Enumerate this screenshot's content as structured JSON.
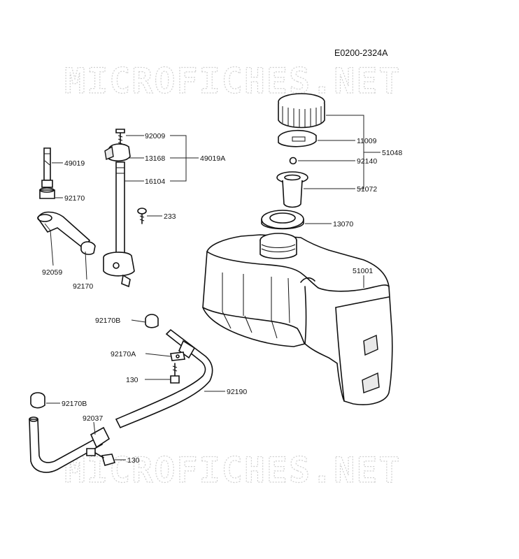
{
  "diagram_code": "E0200-2324A",
  "watermark": "MICROFICHES.NET",
  "parts": {
    "p92009": "92009",
    "p13168": "13168",
    "p49019A": "49019A",
    "p16104": "16104",
    "p49019": "49019",
    "p92170_top": "92170",
    "p233": "233",
    "p92059": "92059",
    "p92170_mid": "92170",
    "p11009": "11009",
    "p92140": "92140",
    "p51048": "51048",
    "p51072": "51072",
    "p13070": "13070",
    "p51001": "51001",
    "p92170B_top": "92170B",
    "p92170A": "92170A",
    "p130_top": "130",
    "p92190": "92190",
    "p92170B_low": "92170B",
    "p92037": "92037",
    "p130_low": "130"
  }
}
